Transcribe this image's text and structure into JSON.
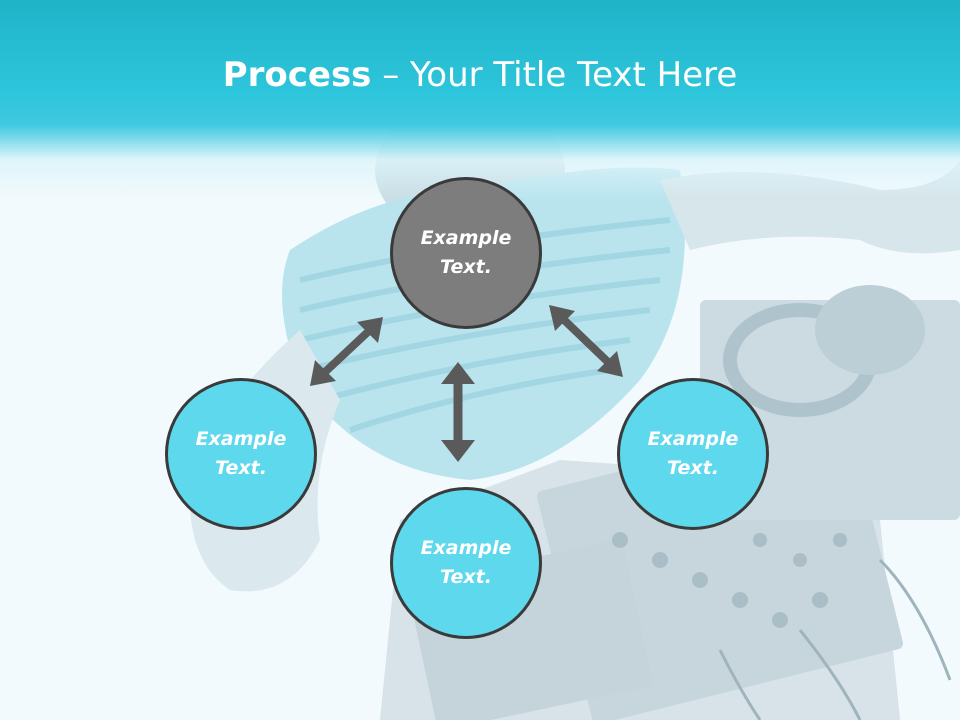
{
  "title": {
    "bold": "Process",
    "rest": " – Your Title Text Here"
  },
  "nodes": {
    "top": {
      "line1": "Example",
      "line2": "Text."
    },
    "left": {
      "line1": "Example",
      "line2": "Text."
    },
    "bottom": {
      "line1": "Example",
      "line2": "Text."
    },
    "right": {
      "line1": "Example",
      "line2": "Text."
    }
  },
  "colors": {
    "header": "#2ec6dc",
    "node_top": "#7d7d7d",
    "node_other": "#5ed8ec",
    "arrow": "#5a5a5a",
    "outline": "#3a3a3a"
  }
}
